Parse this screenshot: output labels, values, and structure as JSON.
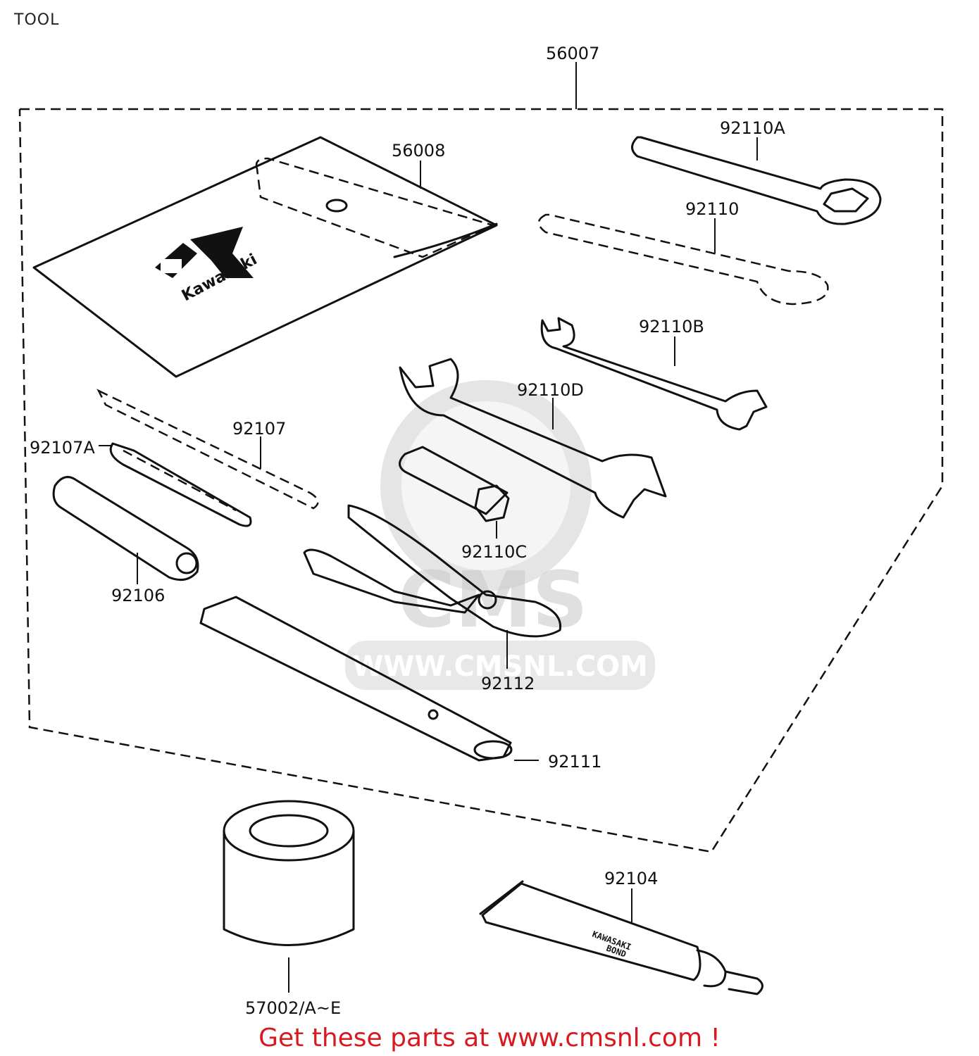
{
  "page_title": "TOOL",
  "callouts": {
    "kit": "56007",
    "pouch": "56008",
    "ring_wrench_a": "92110A",
    "ring_wrench": "92110",
    "wrench_b": "92110B",
    "wrench_d": "92110D",
    "screwdriver": "92107",
    "screwdriver_a": "92107A",
    "grip_handle": "92106",
    "plug_wrench": "92110C",
    "pliers": "92112",
    "bar": "92111",
    "bond_tube": "92104",
    "oil_filter": "57002/A~E"
  },
  "pouch_brand": "Kawasaki",
  "tube_print": [
    "KAWASAKI",
    "BOND"
  ],
  "watermark": {
    "text": "WWW.CMSNL.COM",
    "letters": "CMS"
  },
  "promo": {
    "text": "Get these parts at www.cmsnl.com !"
  }
}
